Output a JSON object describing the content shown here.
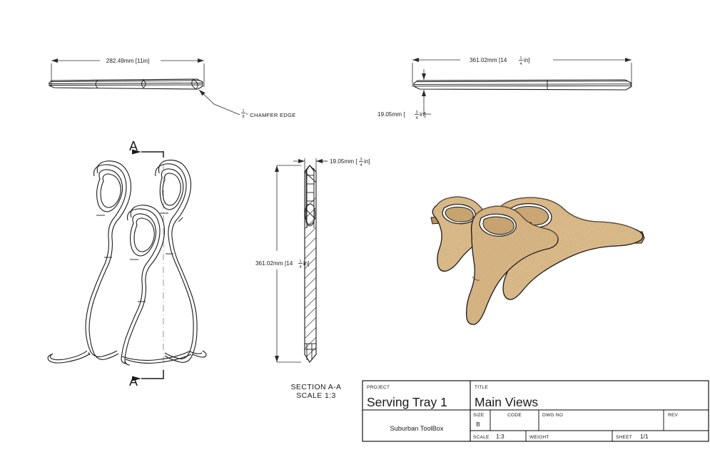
{
  "drawing": {
    "background": "#ffffff",
    "line_color": "#1a1a1a",
    "wood_color": "#dcbc8c",
    "wood_shadow": "#c9a673",
    "wood_edge": "#b8945f"
  },
  "views": {
    "top_edge_view": {
      "name": "top-edge-view",
      "length_dimension": "282.49mm [11in]"
    },
    "right_edge_view": {
      "name": "right-edge-view",
      "length_dimension": "361.02mm [14",
      "length_fraction_num": "1",
      "length_fraction_den": "4",
      "length_suffix": "in]",
      "thickness_dimension": "19.05mm [",
      "thickness_fraction_num": "3",
      "thickness_fraction_den": "4",
      "thickness_suffix": "in]"
    },
    "front_view": {
      "name": "front-outline-view",
      "section_mark_top": "A",
      "section_mark_bottom": "A"
    },
    "section_view": {
      "name": "section-a-a-view",
      "title": "SECTION A-A",
      "scale": "SCALE  1:3",
      "width_dimension": "19.05mm [",
      "width_fraction_num": "3",
      "width_fraction_den": "4",
      "width_suffix": "in]",
      "height_dimension": "361.02mm [14",
      "height_fraction_num": "1",
      "height_fraction_den": "4",
      "height_suffix": "in]"
    },
    "isometric_view": {
      "name": "isometric-wood-view"
    }
  },
  "notes": {
    "chamfer": {
      "fraction_num": "1",
      "fraction_den": "8",
      "text": "\" CHAMFER EDGE"
    }
  },
  "title_block": {
    "project_label": "PROJECT",
    "project_value": "Serving Tray 1",
    "company_value": "Suburban ToolBox",
    "title_label": "TITLE",
    "title_value": "Main Views",
    "size_label": "SIZE",
    "size_value": "B",
    "code_label": "CODE",
    "code_value": "",
    "dwg_no_label": "DWG NO",
    "dwg_no_value": "",
    "rev_label": "REV",
    "rev_value": "",
    "scale_label": "SCALE",
    "scale_value": "1:3",
    "weight_label": "WEIGHT",
    "weight_value": "",
    "sheet_label": "SHEET",
    "sheet_value": "1/1"
  }
}
